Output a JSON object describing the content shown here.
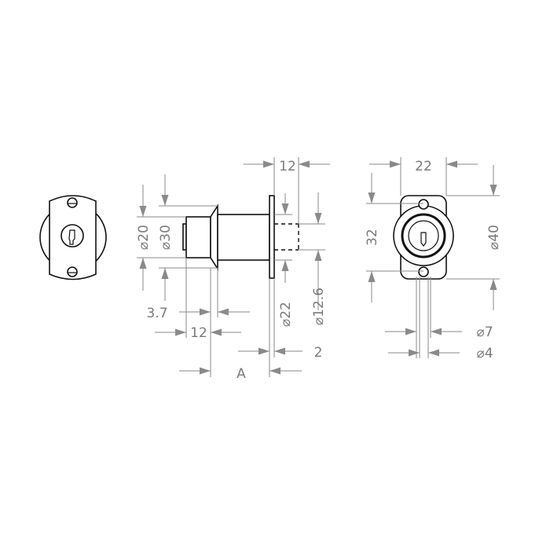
{
  "drawing": {
    "front_view": {},
    "side_view": {
      "dim_top_width": "12",
      "dim_dia_20": "⌀20",
      "dim_dia_30": "⌀30",
      "dim_dia_22": "⌀22",
      "dim_dia_12_6": "⌀12.6",
      "dim_3_7": "3.7",
      "dim_12": "12",
      "dim_2": "2",
      "dim_a": "A"
    },
    "rear_view": {
      "dim_width_22": "22",
      "dim_height_32": "32",
      "dim_dia_40": "⌀40",
      "dim_dia_7": "⌀7",
      "dim_dia_4": "⌀4"
    },
    "line_color": "#111111",
    "dimension_color": "#8a8a8a"
  }
}
